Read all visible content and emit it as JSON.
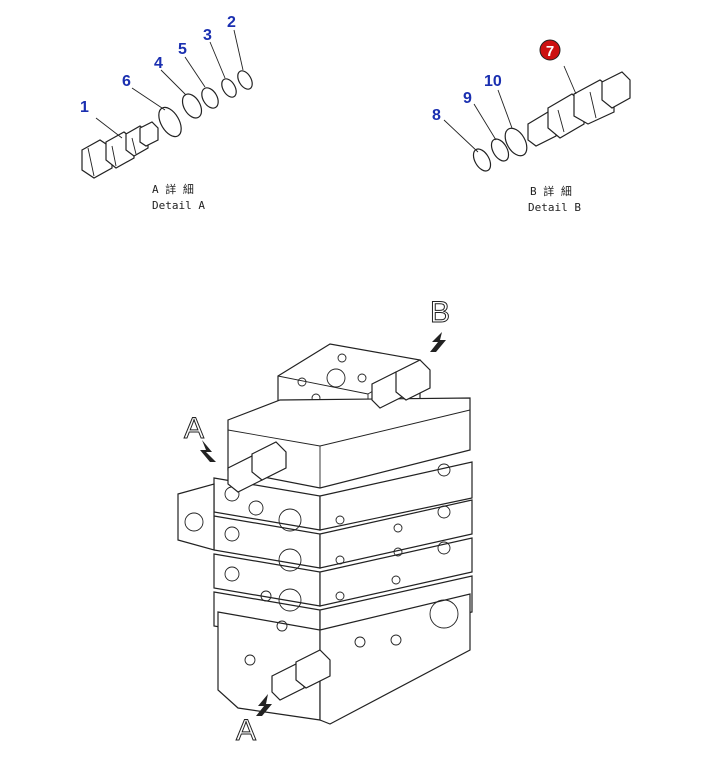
{
  "callouts": {
    "c1": "1",
    "c2": "2",
    "c3": "3",
    "c4": "4",
    "c5": "5",
    "c6": "6",
    "c7": "7",
    "c8": "8",
    "c9": "9",
    "c10": "10"
  },
  "detail_a": {
    "line1": "A 詳 細",
    "line2": "Detail A"
  },
  "detail_b": {
    "line1": "B 詳 細",
    "line2": "Detail B"
  },
  "view_labels": {
    "a_top": "A",
    "a_bottom": "A",
    "b": "B"
  },
  "colors": {
    "callout": "#1a2fb0",
    "highlight": "#cc1111",
    "line": "#222222"
  }
}
